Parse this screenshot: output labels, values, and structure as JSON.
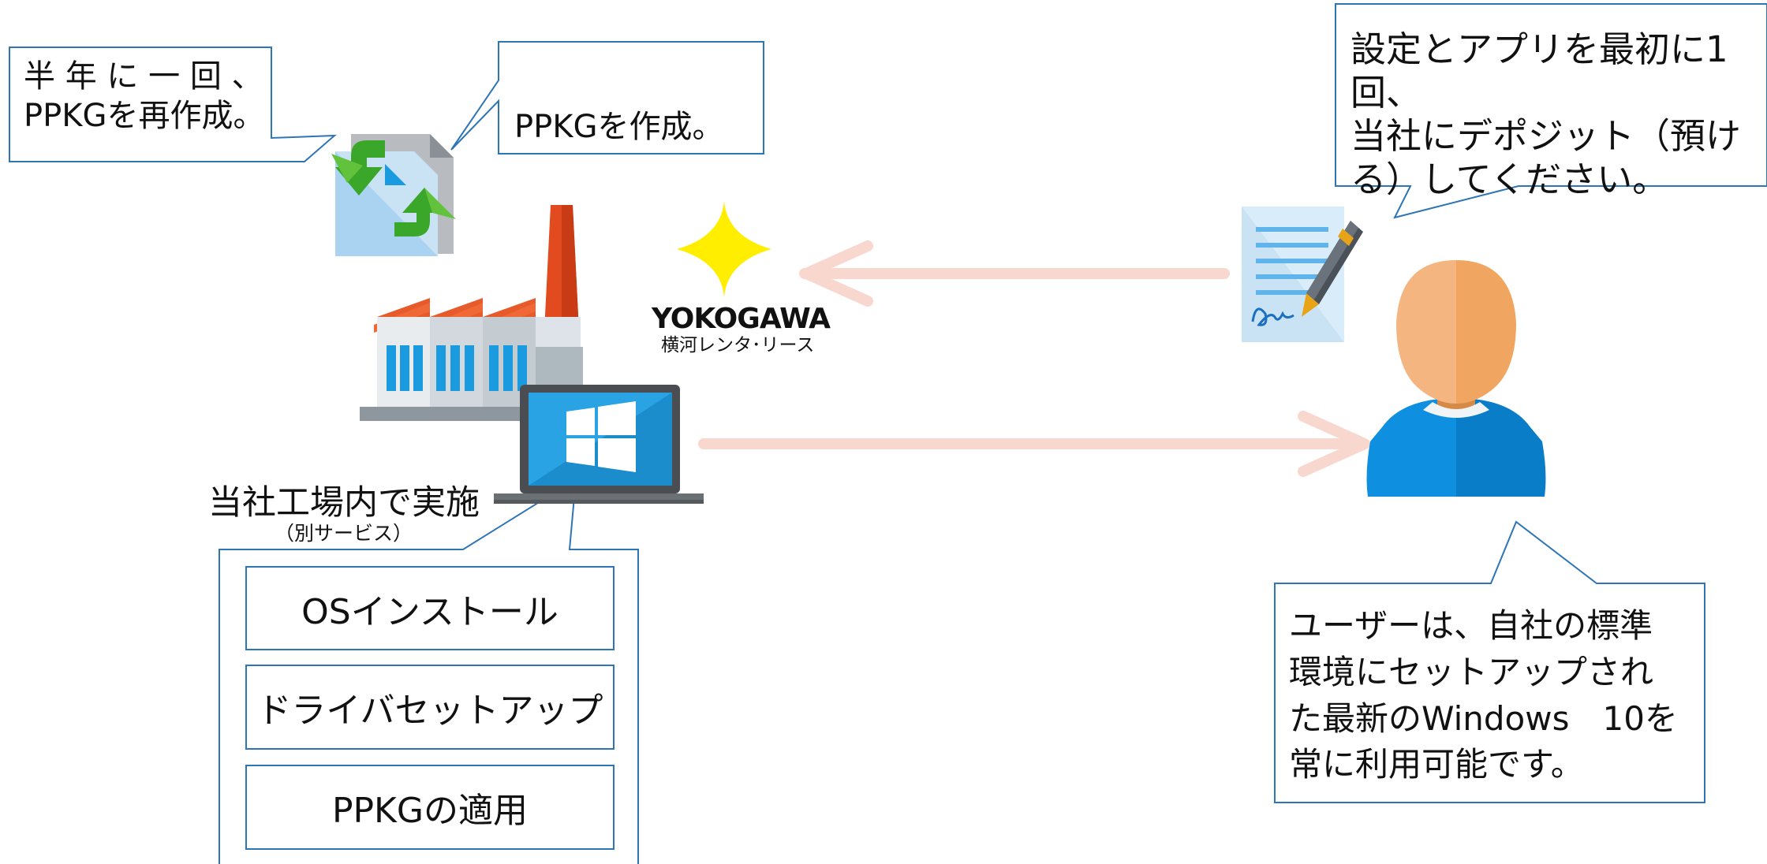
{
  "callouts": {
    "redo_ppkg": "半 年 に 一 回 、\nPPKGを再作成。",
    "create_ppkg": "PPKGを作成。",
    "deposit": "設定とアプリを最初に1回、\n当社にデポジット（預け\nる）してください。",
    "user_benefit": "ユーザーは、自社の標準\n環境にセットアップされ\nた最新のWindows　10を\n常に利用可能です。"
  },
  "factory": {
    "label": "当社工場内で実施",
    "sublabel": "（別サービス）"
  },
  "process_steps": [
    "OSインストール",
    "ドライバセットアップ",
    "PPKGの適用"
  ],
  "logo": {
    "name": "YOKOGAWA",
    "sub": "横河レンタ･リース"
  },
  "colors": {
    "callout_border": "#2e75b6",
    "arrow": "#f8d7cf",
    "logo_yellow": "#ffee00"
  }
}
